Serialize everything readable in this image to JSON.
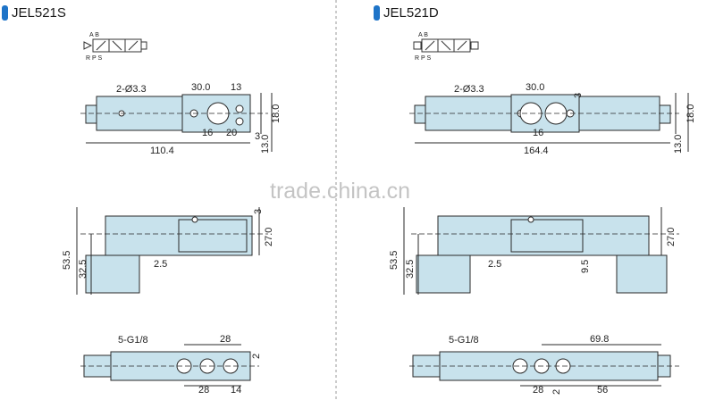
{
  "watermark": "trade.china.cn",
  "colors": {
    "body": "#c8e2ec",
    "outline": "#2a2a2a",
    "accent": "#1e74c8",
    "divider": "#9a9a9a"
  },
  "left": {
    "model": "JEL521S",
    "symbol": {
      "ports_top": "A B",
      "ports_bottom": "R P S"
    },
    "top_view": {
      "hole": "2-Ø3.3",
      "d1": "30.0",
      "d2": "13",
      "d3": "16",
      "d4": "20",
      "d5": "3",
      "height": "18.0",
      "width": "13.0",
      "length": "110.4"
    },
    "side_view": {
      "d1": "53.5",
      "d2": "32.5",
      "d3": "27.0",
      "d4": "2.5",
      "d5": "3"
    },
    "bottom_view": {
      "port": "5-G1/8",
      "d1": "28",
      "d2": "28",
      "d3": "14",
      "d4": "2"
    }
  },
  "right": {
    "model": "JEL521D",
    "symbol": {
      "ports_top": "A B",
      "ports_bottom": "R P S"
    },
    "top_view": {
      "hole": "2-Ø3.3",
      "d1": "30.0",
      "d2": "3",
      "d3": "16",
      "height": "18.0",
      "width": "13.0",
      "length": "164.4"
    },
    "side_view": {
      "d1": "53.5",
      "d2": "32.5",
      "d3": "27.0",
      "d4": "2.5",
      "d5": "9.5"
    },
    "bottom_view": {
      "port": "5-G1/8",
      "d1": "69.8",
      "d2": "28",
      "d3": "2",
      "d4": "56"
    }
  }
}
